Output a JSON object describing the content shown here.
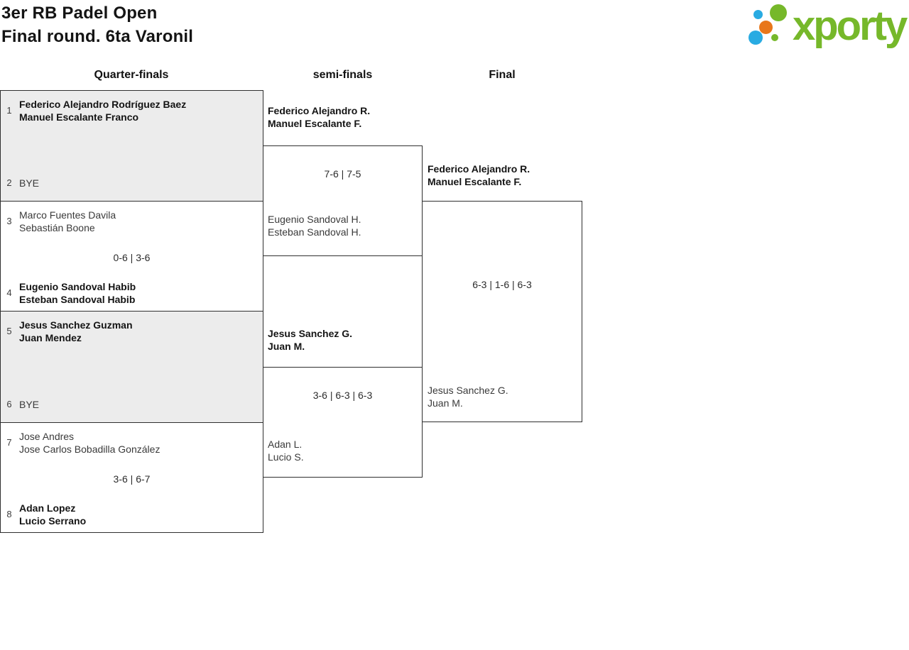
{
  "title": {
    "line1": "3er RB Padel Open",
    "line2": "Final round. 6ta Varonil"
  },
  "logo": {
    "text": "xporty",
    "colors": {
      "green": "#76b82a",
      "blue": "#29abe2",
      "orange": "#e8761a"
    }
  },
  "round_headers": {
    "quarterfinals": "Quarter-finals",
    "semifinals": "semi-finals",
    "final": "Final"
  },
  "colors": {
    "shaded_box": "#ececec",
    "border": "#2f2f2f",
    "winner_text": "#141414",
    "regular_text": "#3a3a3a"
  },
  "matches": {
    "quarterfinals": [
      {
        "seed_top": "1",
        "top": [
          "Federico Alejandro Rodríguez Baez",
          "Manuel Escalante Franco"
        ],
        "seed_bottom": "2",
        "bottom": [
          "BYE"
        ]
      },
      {
        "seed_top": "3",
        "top": [
          "Marco Fuentes Davila",
          "Sebastián Boone"
        ],
        "score": "0-6 | 3-6",
        "seed_bottom": "4",
        "bottom": [
          "Eugenio Sandoval Habib",
          "Esteban Sandoval Habib"
        ]
      },
      {
        "seed_top": "5",
        "top": [
          "Jesus Sanchez Guzman",
          "Juan Mendez"
        ],
        "seed_bottom": "6",
        "bottom": [
          "BYE"
        ]
      },
      {
        "seed_top": "7",
        "top": [
          "Jose Andres",
          "Jose Carlos Bobadilla González"
        ],
        "score": "3-6 | 6-7",
        "seed_bottom": "8",
        "bottom": [
          "Adan Lopez",
          "Lucio Serrano"
        ]
      }
    ],
    "semifinals": [
      {
        "top": [
          "Federico Alejandro R.",
          "Manuel Escalante F."
        ],
        "score": "7-6 | 7-5",
        "bottom": [
          "Eugenio Sandoval H.",
          "Esteban Sandoval H."
        ]
      },
      {
        "top": [
          "Jesus Sanchez G.",
          "Juan M."
        ],
        "score": "3-6 | 6-3 | 6-3",
        "bottom": [
          "Adan L.",
          "Lucio S."
        ]
      }
    ],
    "final": {
      "top": [
        "Federico Alejandro R.",
        "Manuel Escalante F."
      ],
      "score": "6-3 | 1-6 | 6-3",
      "bottom": [
        "Jesus Sanchez G.",
        "Juan M."
      ]
    }
  }
}
